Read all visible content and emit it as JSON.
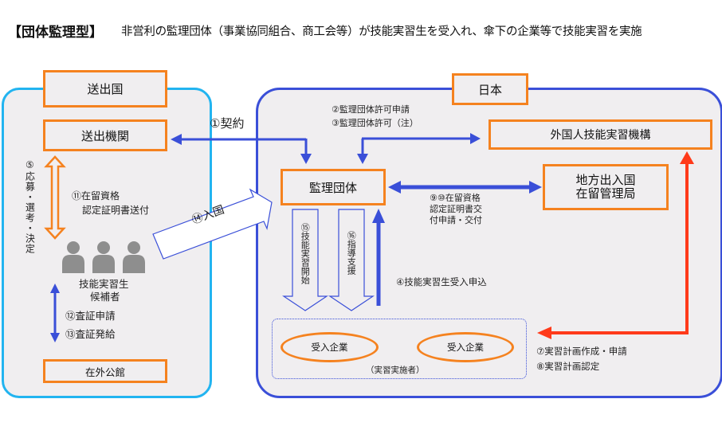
{
  "header": {
    "type_label": "【団体監理型】",
    "description": "非営利の監理団体（事業協同組合、商工会等）が技能実習生を受入れ、傘下の企業等で技能実習を実施"
  },
  "left_panel": {
    "title": "送出国",
    "sending_org": "送出機関",
    "vertical_step_col1": "⑤応募・選考・",
    "vertical_step_col2": "決定",
    "step11_line1": "⑪在留資格",
    "step11_line2": "認定証明書送付",
    "candidates_line1": "技能実習生",
    "candidates_line2": "候補者",
    "step12": "⑫査証申請",
    "step13": "⑬査証発給",
    "embassy": "在外公館"
  },
  "right_panel": {
    "title": "日本",
    "step2": "②監理団体許可申請",
    "step3": "③監理団体許可（注）",
    "otit": "外国人技能実習機構",
    "supervising_org": "監理団体",
    "immigration_line1": "地方出入国",
    "immigration_line2": "在留管理局",
    "step9_10_line1": "⑨⑩在留資格",
    "step9_10_line2": "認定証明書交",
    "step9_10_line3": "付申請・交付",
    "step15": "⑮技能実習開始",
    "step16": "⑯指導支援",
    "step4": "④技能実習生受入申込",
    "company_1": "受入企業",
    "company_2": "受入企業",
    "implementers_label": "（実習実施者）",
    "step7": "⑦実習計画作成・申請",
    "step8": "⑧実習計画認定"
  },
  "connectors": {
    "contract": "①契約",
    "entry": "⑭入国"
  },
  "colors": {
    "left_border": "#22b4f0",
    "right_border": "#3a4fd8",
    "box_border": "#f5821f",
    "blue_arrow": "#3a4fd8",
    "red_arrow": "#ff3a1a",
    "orange_arrow": "#f5821f",
    "person_icon": "#8e8e8e",
    "panel_fill": "#f0eef0"
  }
}
